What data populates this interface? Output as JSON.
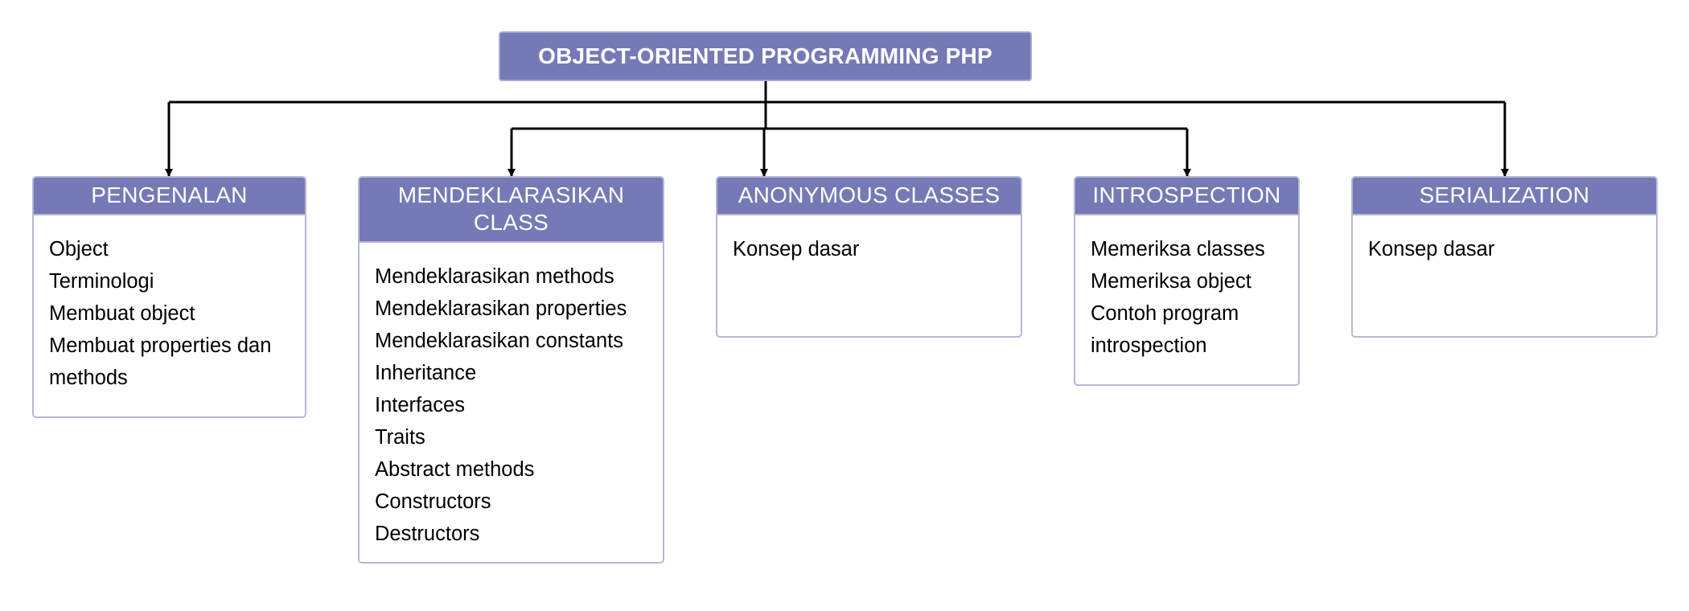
{
  "root": {
    "title": "OBJECT-ORIENTED PROGRAMMING PHP"
  },
  "categories": [
    {
      "title": "PENGENALAN",
      "items": [
        "Object",
        "Terminologi",
        "Membuat object",
        "Membuat properties dan methods"
      ]
    },
    {
      "title": "MENDEKLARASIKAN CLASS",
      "items": [
        "Mendeklarasikan methods",
        "Mendeklarasikan properties",
        "Mendeklarasikan constants",
        "Inheritance",
        "Interfaces",
        "Traits",
        "Abstract methods",
        "Constructors",
        "Destructors"
      ]
    },
    {
      "title": "ANONYMOUS CLASSES",
      "items": [
        "Konsep dasar"
      ]
    },
    {
      "title": "INTROSPECTION",
      "items": [
        "Memeriksa classes",
        "Memeriksa object",
        "Contoh program introspection"
      ]
    },
    {
      "title": "SERIALIZATION",
      "items": [
        "Konsep dasar"
      ]
    }
  ],
  "colors": {
    "header_fill": "#7579b5",
    "border": "#b6b8d4",
    "connector": "#000000"
  }
}
